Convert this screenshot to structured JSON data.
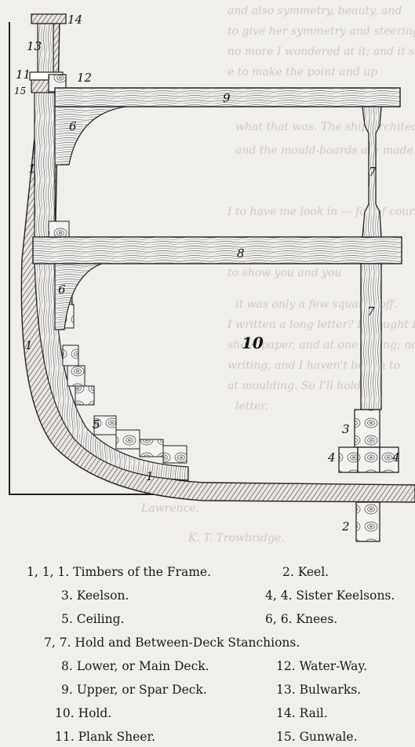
{
  "ghost_text": [
    "and also symmetry, beauty, and",
    "to give her symmetry and steering; and",
    "no more I wondered at it; and it seem to",
    "e to make the point and up",
    "what that was. The ship architect",
    "and the mould-boards are made.",
    "I to have me look in — for of course I",
    "to show you and you",
    "it was only a few squares off.",
    "I written a long letter? I thought I would",
    "sheet paper, and at one sitting; now",
    "writing, and I haven't begun to",
    "at moulding. So I'll hold the",
    "letter.",
    "Lawrence.",
    "K. T. Trowbridge."
  ],
  "diagram_labels": {
    "l14": "14",
    "l13": "13",
    "l11": "11",
    "l12": "12",
    "l15": "15",
    "l9": "9",
    "l6a": "6",
    "l7a": "7",
    "l1a": "1",
    "l8": "8",
    "l6b": "6",
    "l7b": "7",
    "l10": "10",
    "l1b": "1",
    "l5": "5",
    "l3": "3",
    "l4a": "4",
    "l4b": "4",
    "l1c": "1",
    "l2": "2"
  },
  "legend": {
    "r1a": "1, 1, 1. Timbers of the Frame.",
    "r1b": "2. Keel.",
    "r2a": "3. Keelson.",
    "r2b": "4, 4. Sister Keelsons.",
    "r3a": "5. Ceiling.",
    "r3b": "6, 6. Knees.",
    "r4": "7, 7. Hold and Between-Deck Stanchions.",
    "r5a": "8. Lower, or Main Deck.",
    "r5b": "12. Water-Way.",
    "r6a": "9. Upper, or Spar Deck.",
    "r6b": "13. Bulwarks.",
    "r7a": "10. Hold.",
    "r7b": "14. Rail.",
    "r8a": "11. Plank Sheer.",
    "r8b": "15. Gunwale."
  }
}
